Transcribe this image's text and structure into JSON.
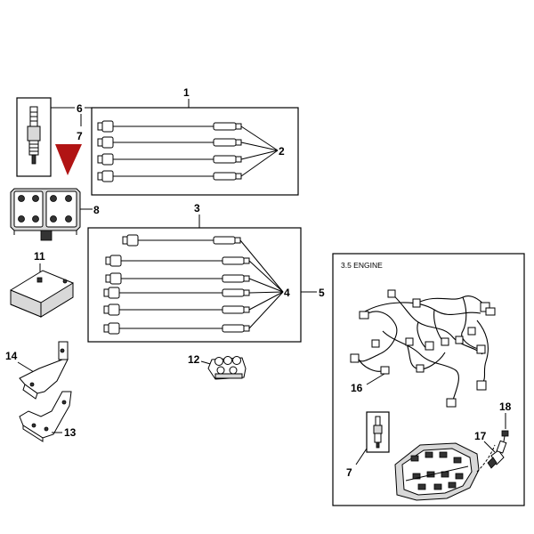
{
  "callouts": {
    "n1": "1",
    "n2": "2",
    "n3": "3",
    "n4": "4",
    "n5": "5",
    "n6": "6",
    "n7a": "7",
    "n7b": "7",
    "n8": "8",
    "n11": "11",
    "n12": "12",
    "n13": "13",
    "n14": "14",
    "n16": "16",
    "n17": "17",
    "n18": "18"
  },
  "engine_box": {
    "title": "3.5 ENGINE"
  },
  "colors": {
    "pointer": "#b11414",
    "ink": "#000000"
  }
}
